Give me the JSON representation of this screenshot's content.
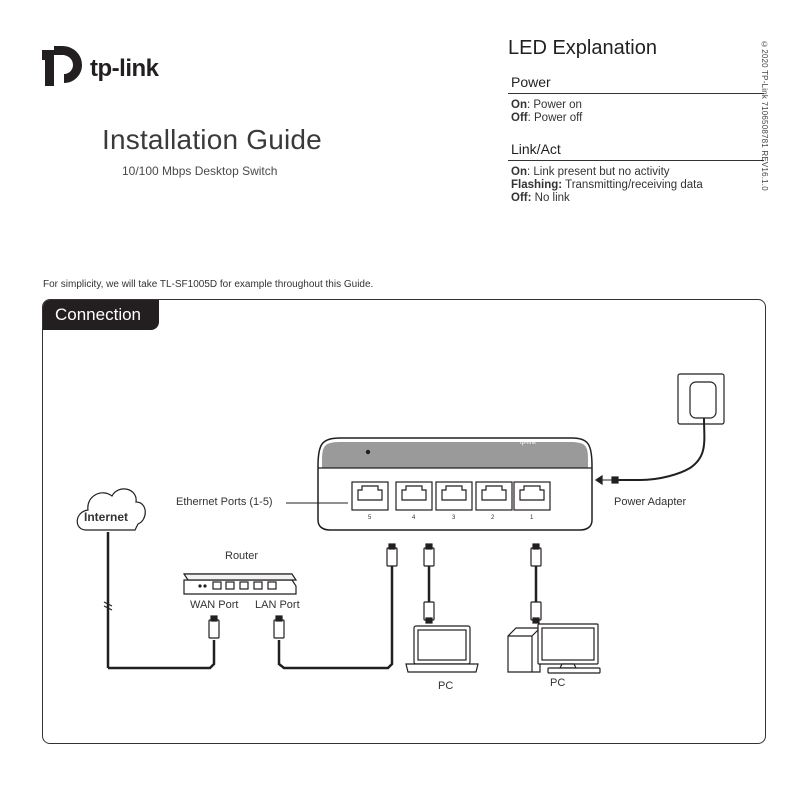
{
  "brand": {
    "name": "tp-link"
  },
  "guide": {
    "title": "Installation Guide",
    "subtitle": "10/100 Mbps Desktop Switch"
  },
  "copyright": "©2020 TP-Link   7106508781   REV16.1.0",
  "led": {
    "title": "LED Explanation",
    "sections": [
      {
        "heading": "Power",
        "lines": [
          {
            "key": "On",
            "text": ": Power on"
          },
          {
            "key": "Off",
            "text": ": Power off"
          }
        ]
      },
      {
        "heading": "Link/Act",
        "lines": [
          {
            "key": "On",
            "text": ": Link present but no activity"
          },
          {
            "key": "Flashing:",
            "text": " Transmitting/receiving data"
          },
          {
            "key": "Off:",
            "text": " No link"
          }
        ]
      }
    ]
  },
  "note": "For simplicity, we will take TL-SF1005D for example throughout this Guide.",
  "connection": {
    "tab": "Connection",
    "labels": {
      "internet": "Internet",
      "ethernet_ports": "Ethernet Ports (1-5)",
      "power_adapter": "Power Adapter",
      "router": "Router",
      "wan_port": "WAN Port",
      "lan_port": "LAN Port",
      "pc_laptop": "PC",
      "pc_desktop": "PC"
    },
    "port_numbers": [
      "5",
      "4",
      "3",
      "2",
      "1"
    ],
    "device_brand": "tp-link"
  }
}
